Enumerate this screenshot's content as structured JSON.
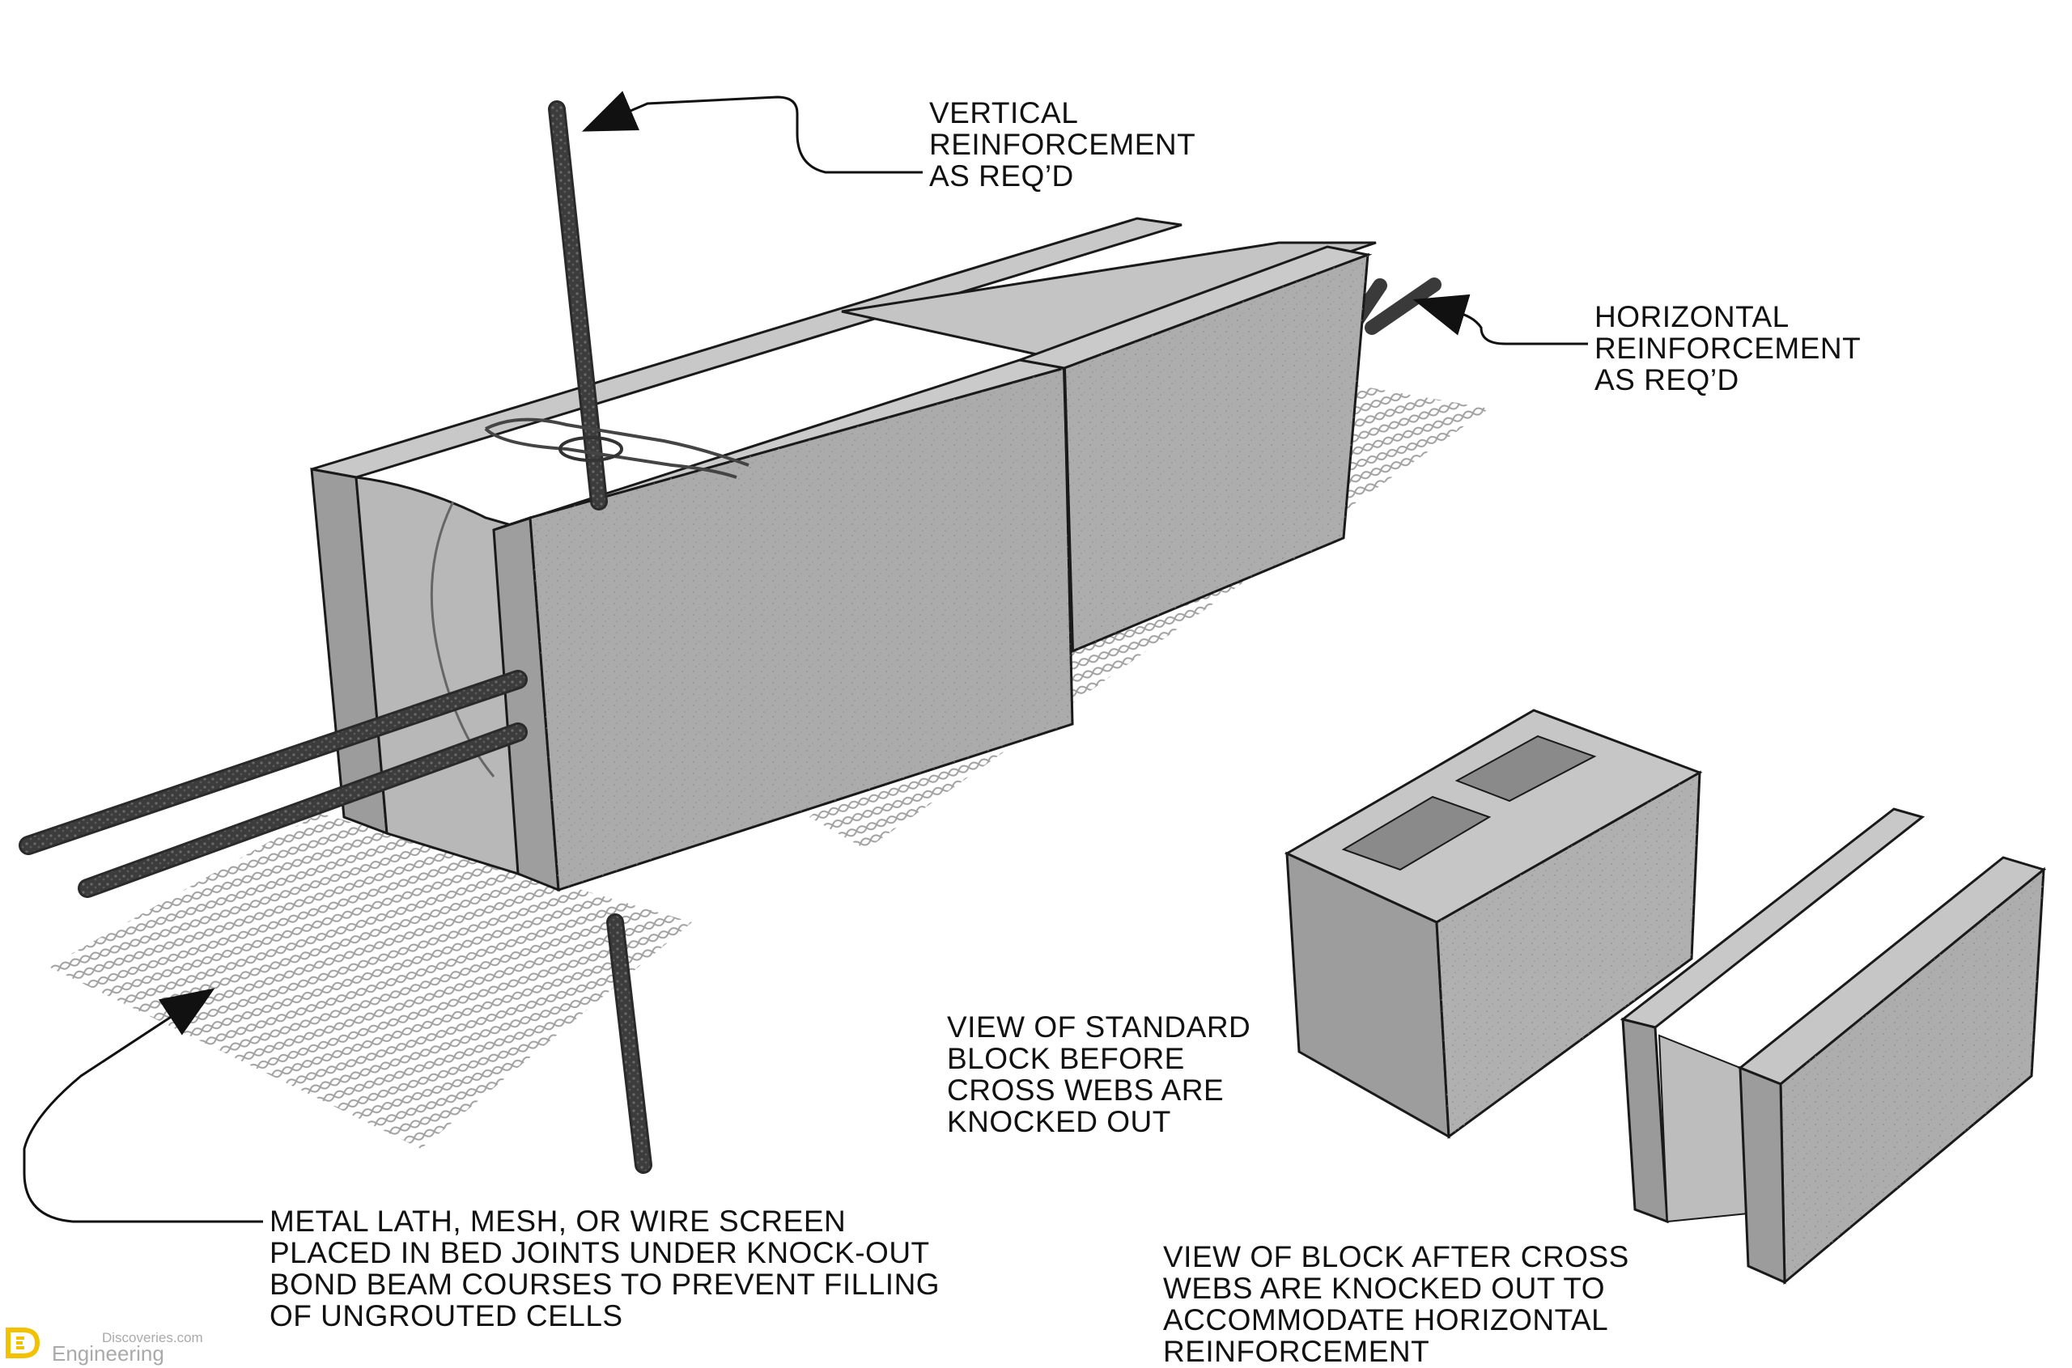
{
  "labels": {
    "vertical": [
      "VERTICAL",
      "REINFORCEMENT",
      "AS REQ’D"
    ],
    "horizontal": [
      "HORIZONTAL",
      "REINFORCEMENT",
      "AS REQ’D"
    ],
    "standard_block": [
      "VIEW OF STANDARD",
      "BLOCK BEFORE",
      "CROSS WEBS ARE",
      "KNOCKED OUT"
    ],
    "after_block": [
      "VIEW OF BLOCK AFTER CROSS",
      "WEBS ARE KNOCKED OUT TO",
      "ACCOMMODATE HORIZONTAL",
      "REINFORCEMENT"
    ],
    "lath": [
      "METAL LATH, MESH, OR WIRE SCREEN",
      "PLACED IN BED JOINTS UNDER KNOCK-OUT",
      "BOND BEAM COURSES TO PREVENT FILLING",
      "OF UNGROUTED CELLS"
    ]
  },
  "watermark": {
    "line1": "Discoveries.com",
    "line2": "Engineering",
    "color": "#aaaaaa",
    "logo_color": "#f2c200"
  },
  "colors": {
    "concrete_front": "#a9a9a9",
    "concrete_top": "#c4c4c4",
    "concrete_side": "#8f8f8f",
    "rebar": "#4a4a4a",
    "outline": "#1a1a1a",
    "mesh": "#b5b5b5"
  }
}
